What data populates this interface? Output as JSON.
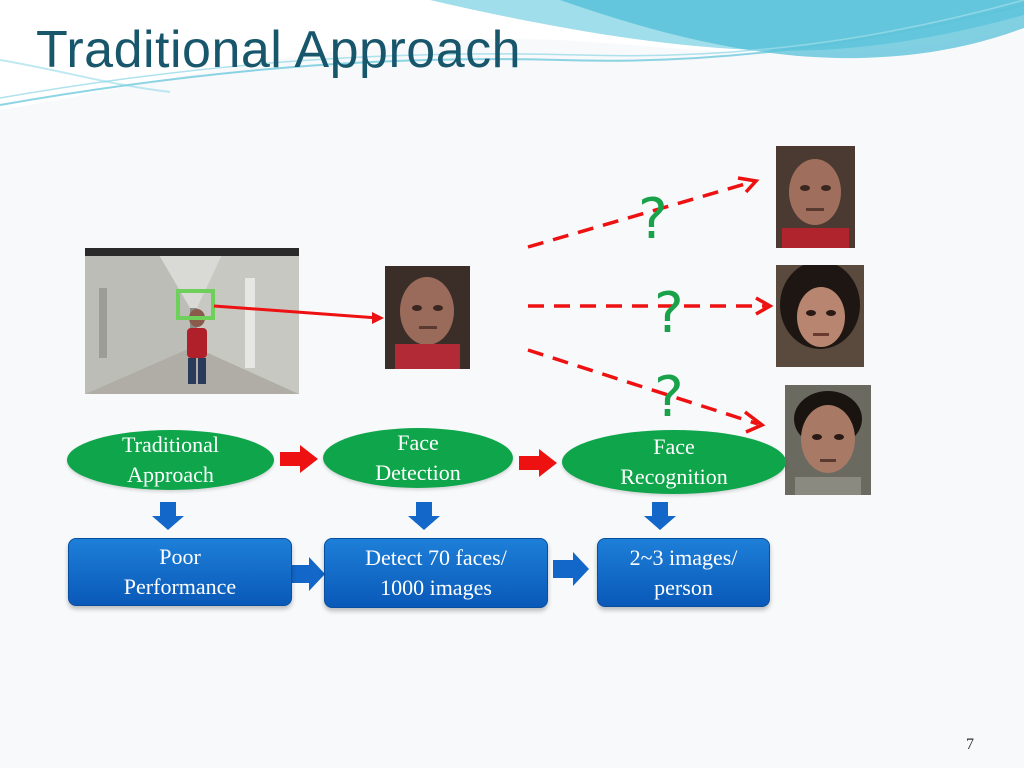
{
  "slide": {
    "title": "Traditional Approach",
    "page_number": "7",
    "question_mark": "?"
  },
  "flow_row": [
    {
      "label_line1": "Traditional",
      "label_line2": "Approach"
    },
    {
      "label_line1": "Face",
      "label_line2": "Detection"
    },
    {
      "label_line1": "Face",
      "label_line2": "Recognition"
    }
  ],
  "result_row": [
    {
      "label_line1": "Poor",
      "label_line2": "Performance"
    },
    {
      "label_line1": "Detect 70 faces/",
      "label_line2": "1000 images"
    },
    {
      "label_line1": "2~3 images/",
      "label_line2": "person"
    }
  ],
  "colors": {
    "title": "#17566b",
    "oval": "#0fa64b",
    "box": "#1d7fd8",
    "arrow_red": "#ee1111",
    "arrow_blue": "#1367c8",
    "detection_box": "#6ed05a"
  }
}
